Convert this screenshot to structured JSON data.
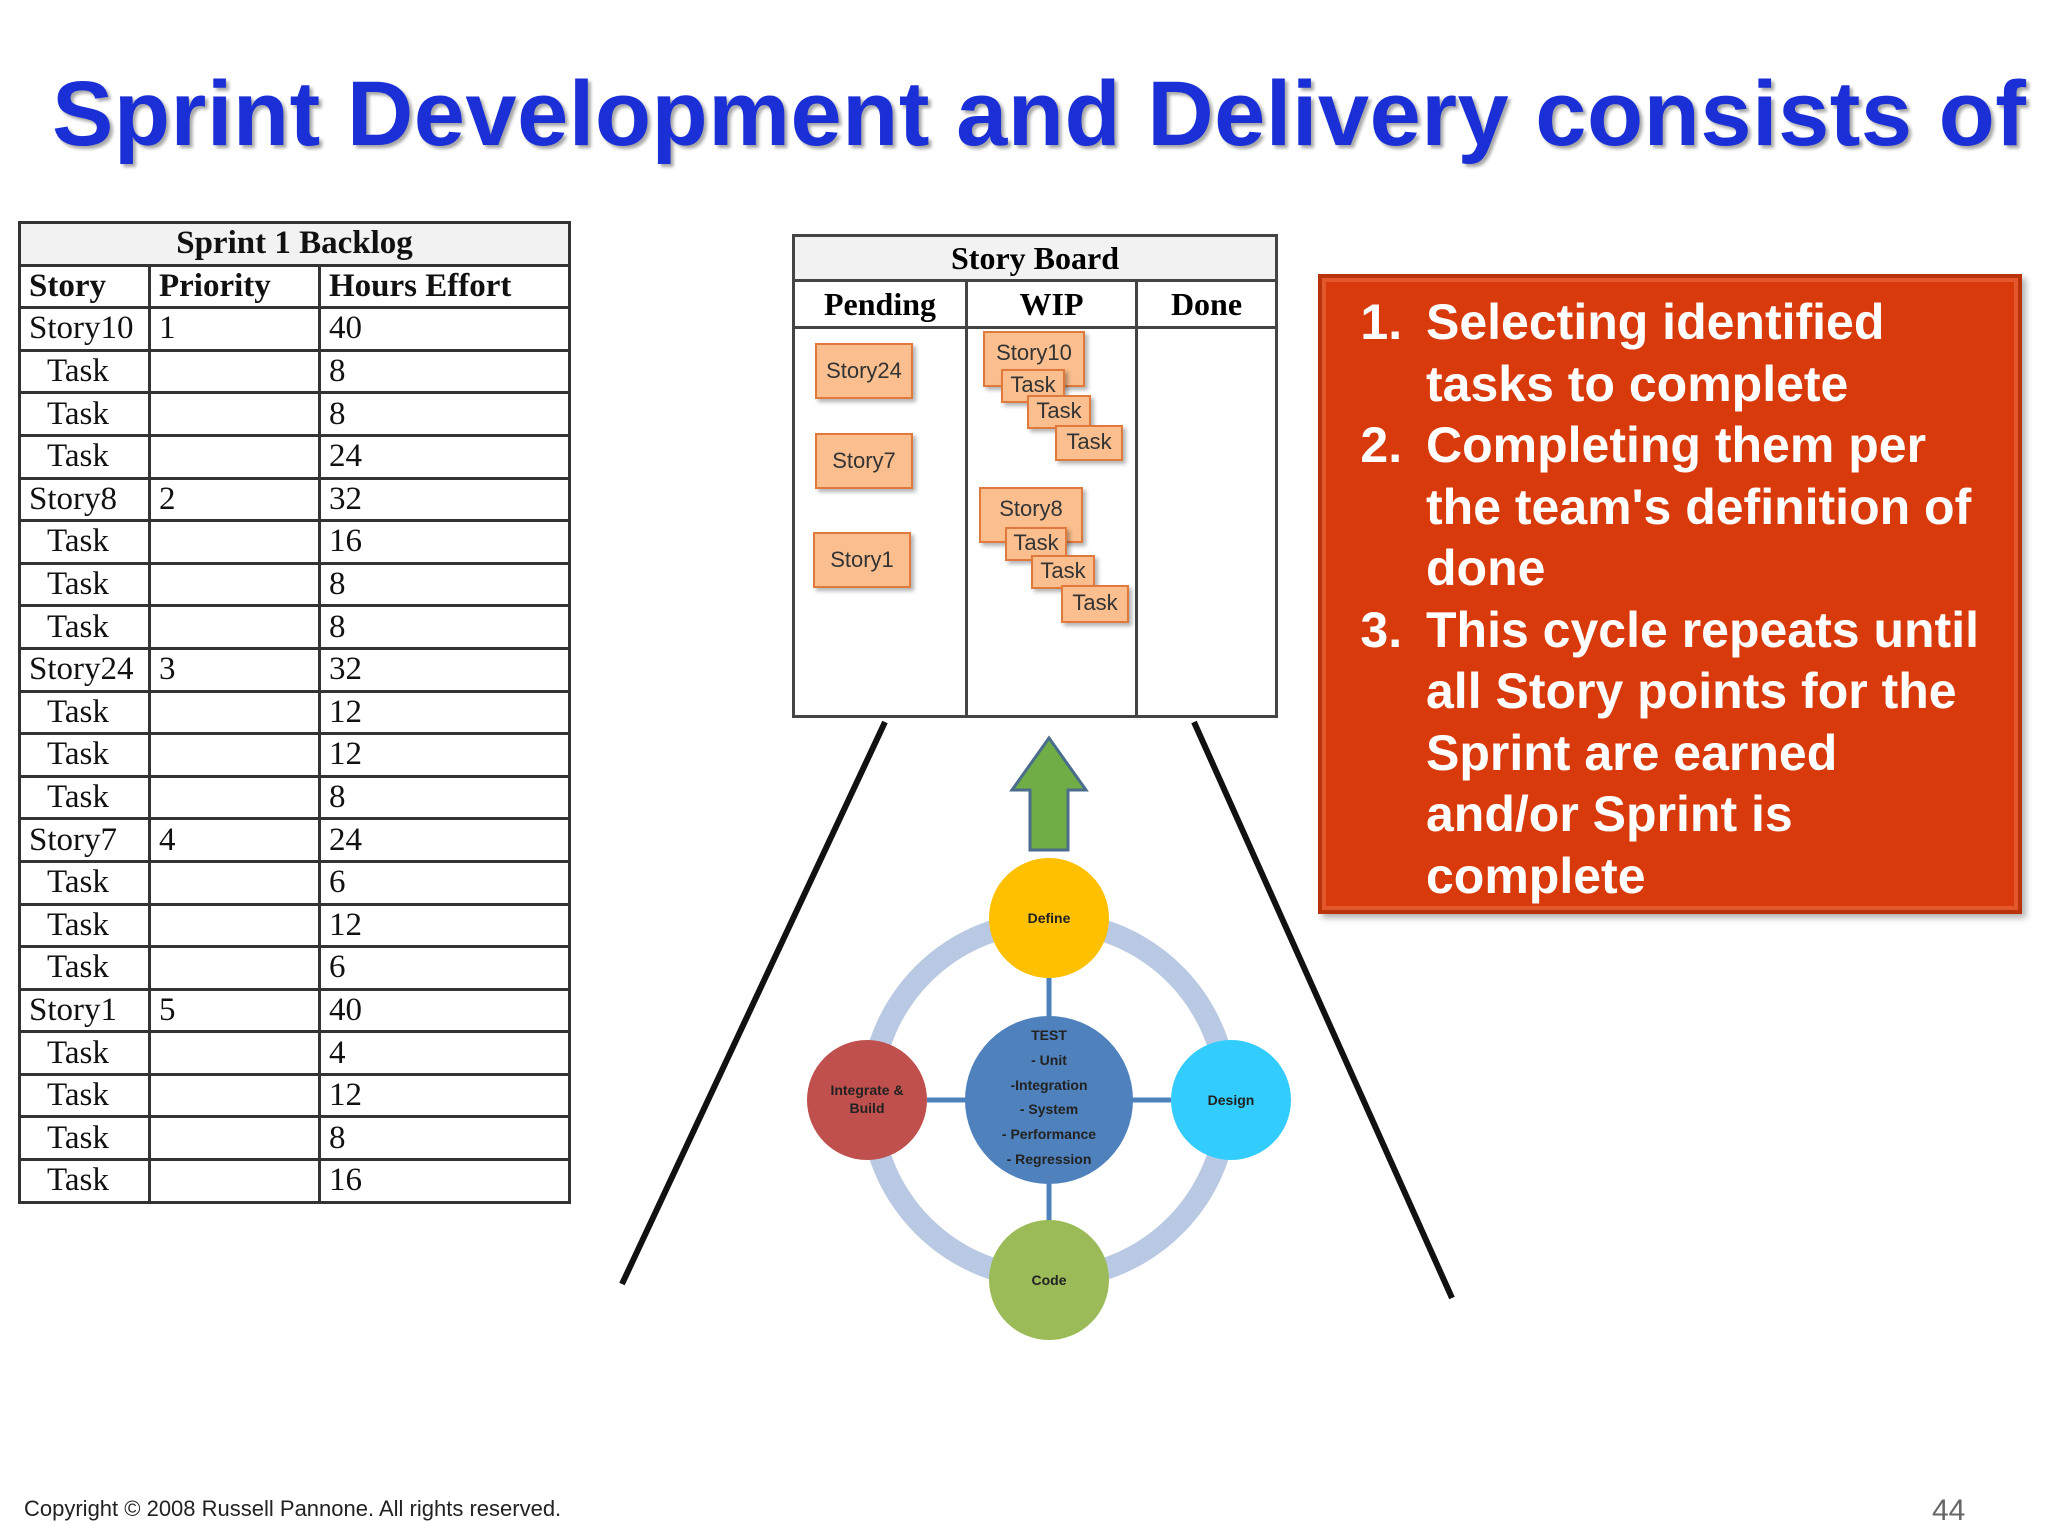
{
  "title": "Sprint Development and Delivery consists of",
  "backlog": {
    "caption": "Sprint 1   Backlog",
    "headers": [
      "Story",
      "Priority",
      "Hours Effort"
    ],
    "rows": [
      {
        "story": "Story10",
        "priority": "1",
        "hours": "40"
      },
      {
        "story": "Task",
        "priority": "",
        "hours": "8"
      },
      {
        "story": "Task",
        "priority": "",
        "hours": "8"
      },
      {
        "story": "Task",
        "priority": "",
        "hours": "24"
      },
      {
        "story": "Story8",
        "priority": "2",
        "hours": "32"
      },
      {
        "story": "Task",
        "priority": "",
        "hours": "16"
      },
      {
        "story": "Task",
        "priority": "",
        "hours": "8"
      },
      {
        "story": "Task",
        "priority": "",
        "hours": "8"
      },
      {
        "story": "Story24",
        "priority": "3",
        "hours": "32"
      },
      {
        "story": "Task",
        "priority": "",
        "hours": "12"
      },
      {
        "story": "Task",
        "priority": "",
        "hours": "12"
      },
      {
        "story": "Task",
        "priority": "",
        "hours": "8"
      },
      {
        "story": "Story7",
        "priority": "4",
        "hours": "24"
      },
      {
        "story": "Task",
        "priority": "",
        "hours": "6"
      },
      {
        "story": "Task",
        "priority": "",
        "hours": "12"
      },
      {
        "story": "Task",
        "priority": "",
        "hours": "6"
      },
      {
        "story": "Story1",
        "priority": "5",
        "hours": "40"
      },
      {
        "story": "Task",
        "priority": "",
        "hours": "4"
      },
      {
        "story": "Task",
        "priority": "",
        "hours": "12"
      },
      {
        "story": "Task",
        "priority": "",
        "hours": "8"
      },
      {
        "story": "Task",
        "priority": "",
        "hours": "16"
      }
    ]
  },
  "storyboard": {
    "title": "Story Board",
    "columns": [
      "Pending",
      "WIP",
      "Done"
    ],
    "pending": [
      "Story24",
      "Story7",
      "Story1"
    ],
    "wip_story_a": "Story10",
    "wip_story_b": "Story8",
    "task_label": "Task"
  },
  "cycle": {
    "define": "Define",
    "design": "Design",
    "code": "Code",
    "integrate_line1": "Integrate &",
    "integrate_line2": "Build",
    "center_lines": [
      "TEST",
      "- Unit",
      "-Integration",
      "- System",
      "- Performance",
      "- Regression"
    ],
    "colors": {
      "define": "#ffc000",
      "design": "#33ccff",
      "code": "#9bbb59",
      "integrate": "#c0504d",
      "center": "#4f81bd",
      "ring": "#b9c9e3",
      "arrow": "#70ad47"
    }
  },
  "list": [
    "Selecting identified tasks to complete",
    "Completing them per the team's definition of done",
    "This cycle repeats until all Story points for the Sprint are earned and/or Sprint is complete"
  ],
  "footer": "Copyright © 2008 Russell Pannone. All rights reserved.",
  "page_number": "44"
}
